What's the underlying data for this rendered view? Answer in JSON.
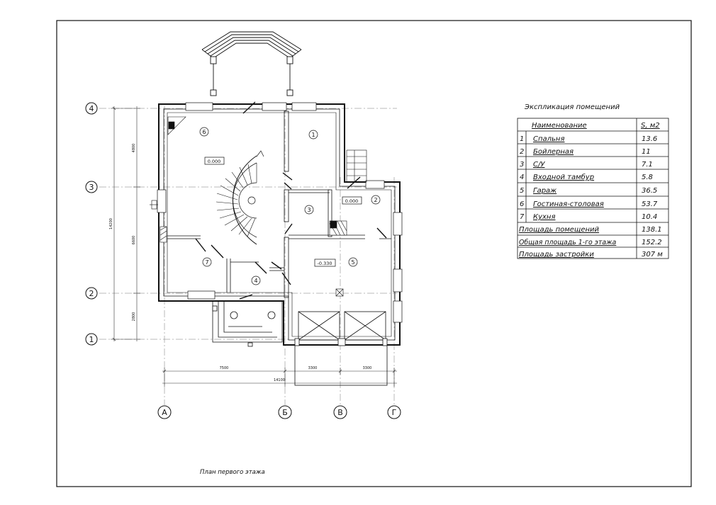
{
  "drawing": {
    "caption": "План первого этажа",
    "axes_rows": [
      "4",
      "3",
      "2",
      "1"
    ],
    "axes_cols": [
      "А",
      "Б",
      "В",
      "Г"
    ],
    "dim_left_total": "14200",
    "dim_left_segments": [
      "4800",
      "6600",
      "2800"
    ],
    "dim_bottom_segments": [
      "7500",
      "3300",
      "3300"
    ],
    "dim_bottom_total": "14100",
    "room_numbers": [
      "6",
      "1",
      "3",
      "2",
      "5",
      "7",
      "4"
    ],
    "levels": [
      "0.000",
      "0.000",
      "-0.330"
    ]
  },
  "explication": {
    "title": "Экспликация помещений",
    "header_name": "Наименование",
    "header_area": "S, м2",
    "rooms": [
      {
        "num": "1",
        "name": "Спальня",
        "area": "13.6"
      },
      {
        "num": "2",
        "name": "Бойлерная",
        "area": "11"
      },
      {
        "num": "3",
        "name": "С/У",
        "area": "7.1"
      },
      {
        "num": "4",
        "name": "Входной тамбур",
        "area": "5.8"
      },
      {
        "num": "5",
        "name": "Гараж",
        "area": "36.5"
      },
      {
        "num": "6",
        "name": "Гостиная-столовая",
        "area": "53.7"
      },
      {
        "num": "7",
        "name": "Кухня",
        "area": "10.4"
      }
    ],
    "totals": [
      {
        "label": "Площадь помещений",
        "value": "138.1"
      },
      {
        "label": "Общая площадь 1-го этажа",
        "value": "152.2"
      },
      {
        "label": "Площадь застройки",
        "value": "307 м"
      }
    ]
  }
}
